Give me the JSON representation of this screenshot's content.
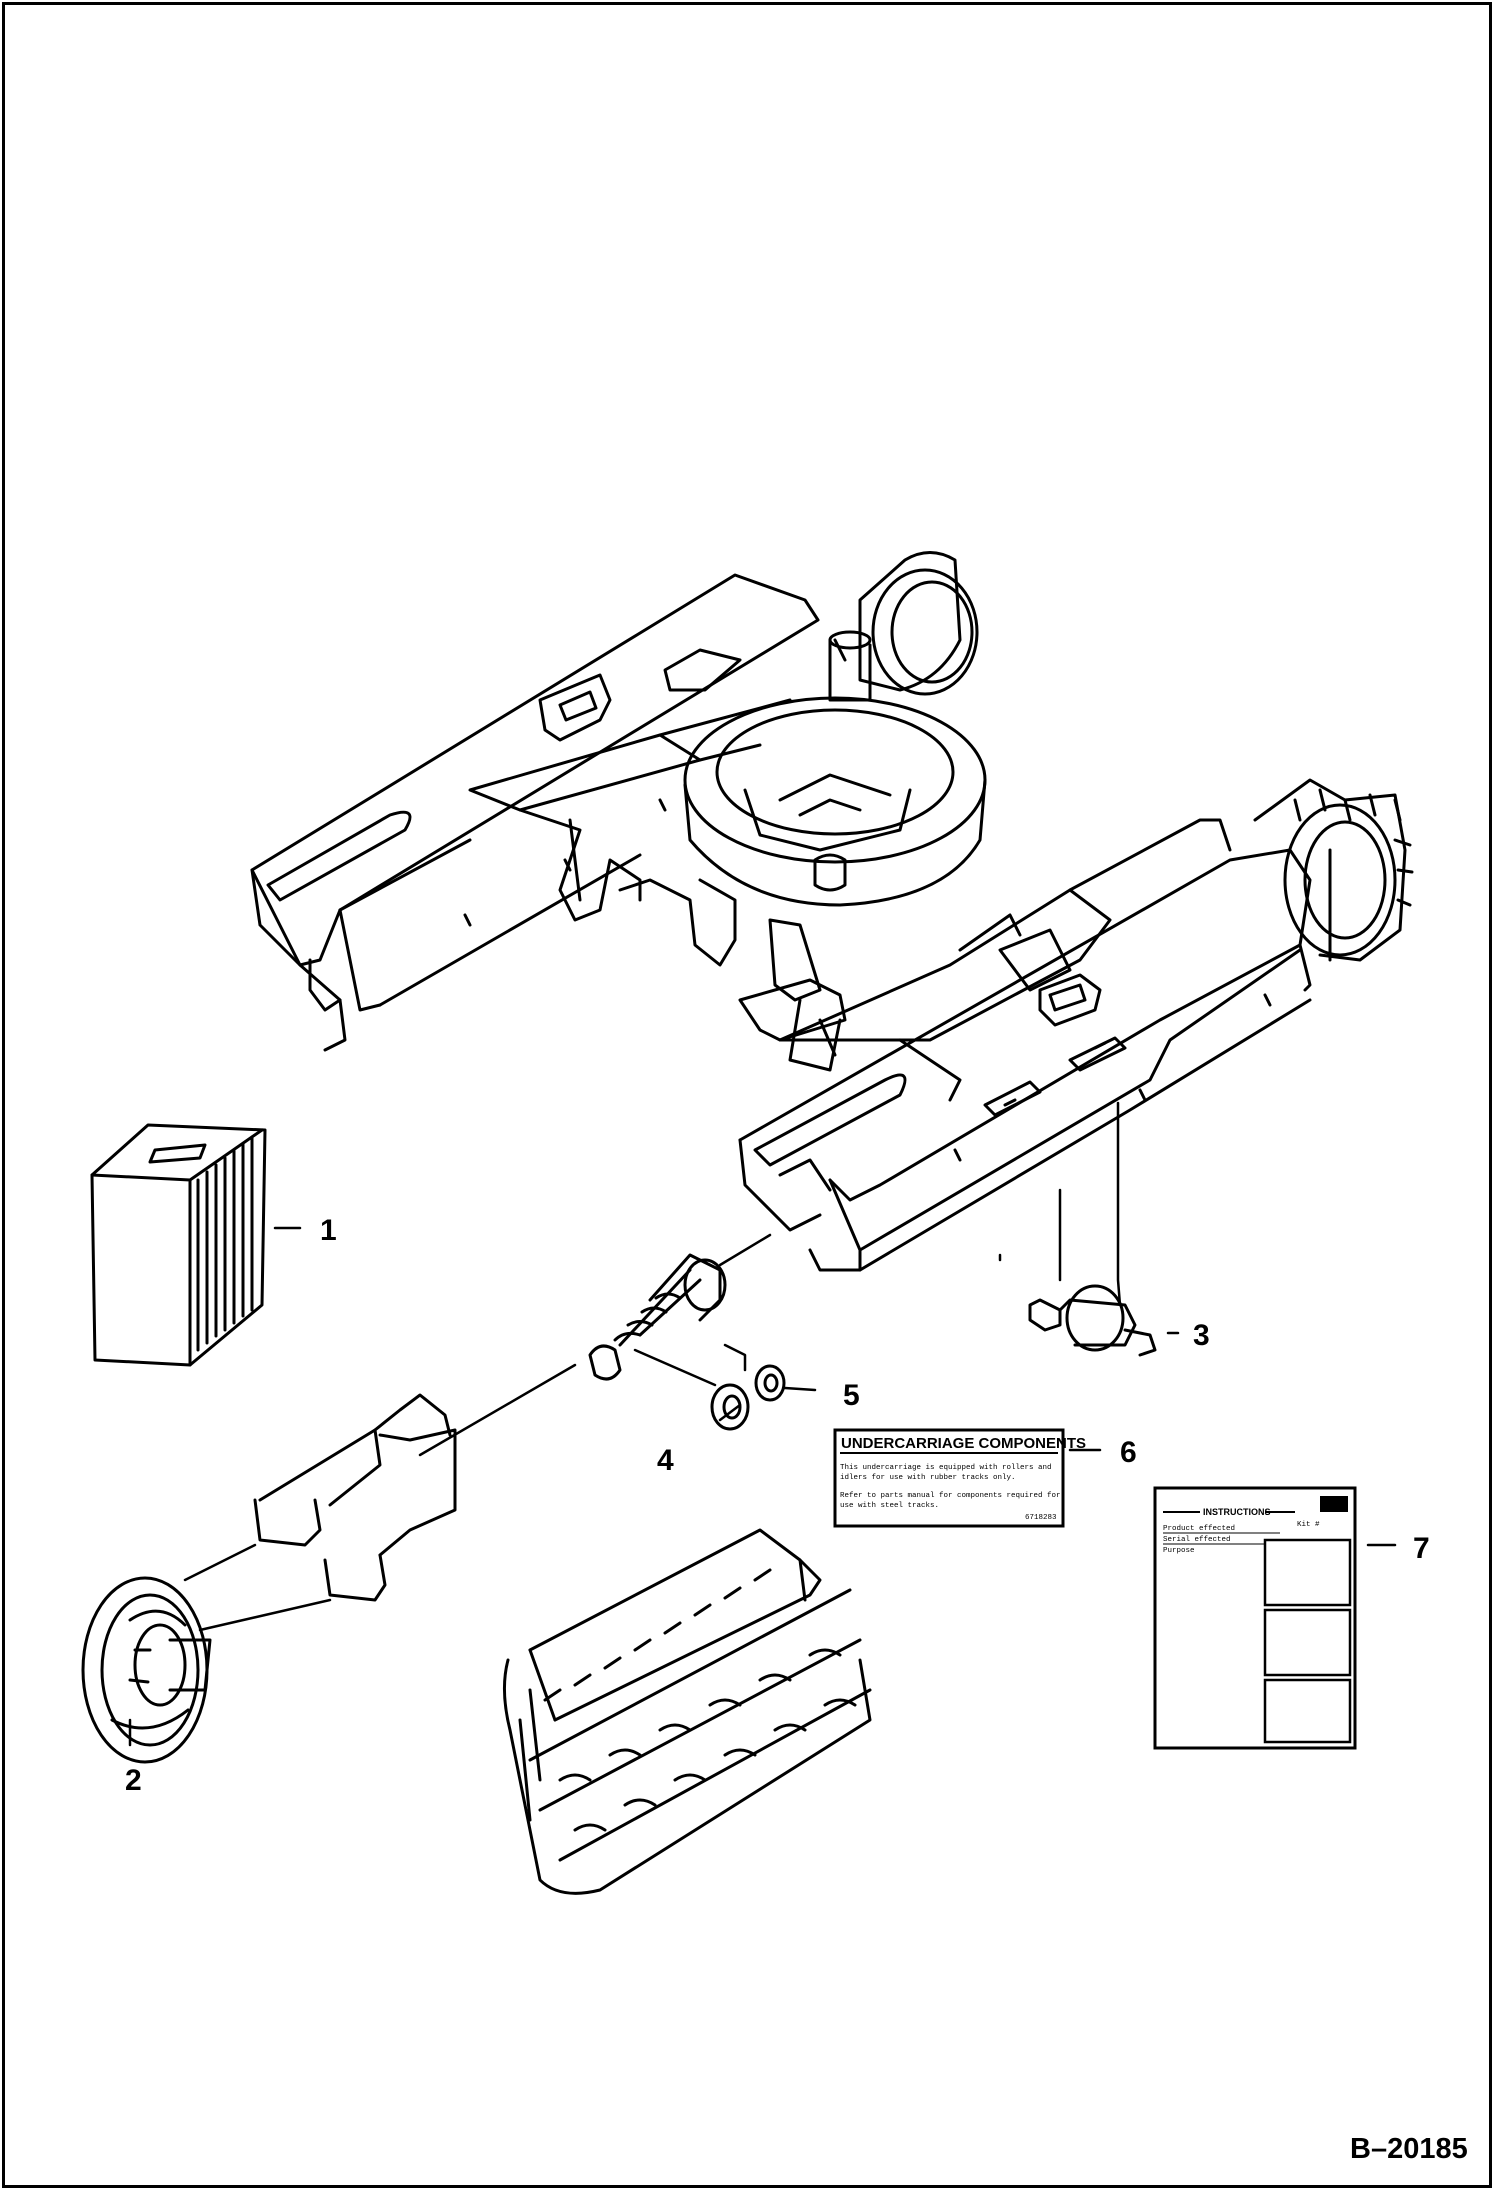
{
  "diagram": {
    "callouts": [
      {
        "number": "1",
        "part": "box"
      },
      {
        "number": "2",
        "part": "front-idler"
      },
      {
        "number": "3",
        "part": "track-roller"
      },
      {
        "number": "4",
        "part": "seal"
      },
      {
        "number": "5",
        "part": "seal"
      },
      {
        "number": "6",
        "part": "decal"
      },
      {
        "number": "7",
        "part": "instructions-sheet"
      }
    ],
    "decal": {
      "title": "UNDERCARRIAGE COMPONENTS",
      "line1": "This undercarriage is equipped with rollers and",
      "line2": "idlers for use with rubber tracks only.",
      "line3": "Refer to parts manual for components required for",
      "line4": "use with steel tracks.",
      "code": "6718283"
    },
    "instructions": {
      "title": "INSTRUCTIONS",
      "right_label": "Kit #",
      "rows": [
        "Product effected",
        "Serial effected",
        "Purpose"
      ]
    },
    "reference": "B–20185"
  }
}
